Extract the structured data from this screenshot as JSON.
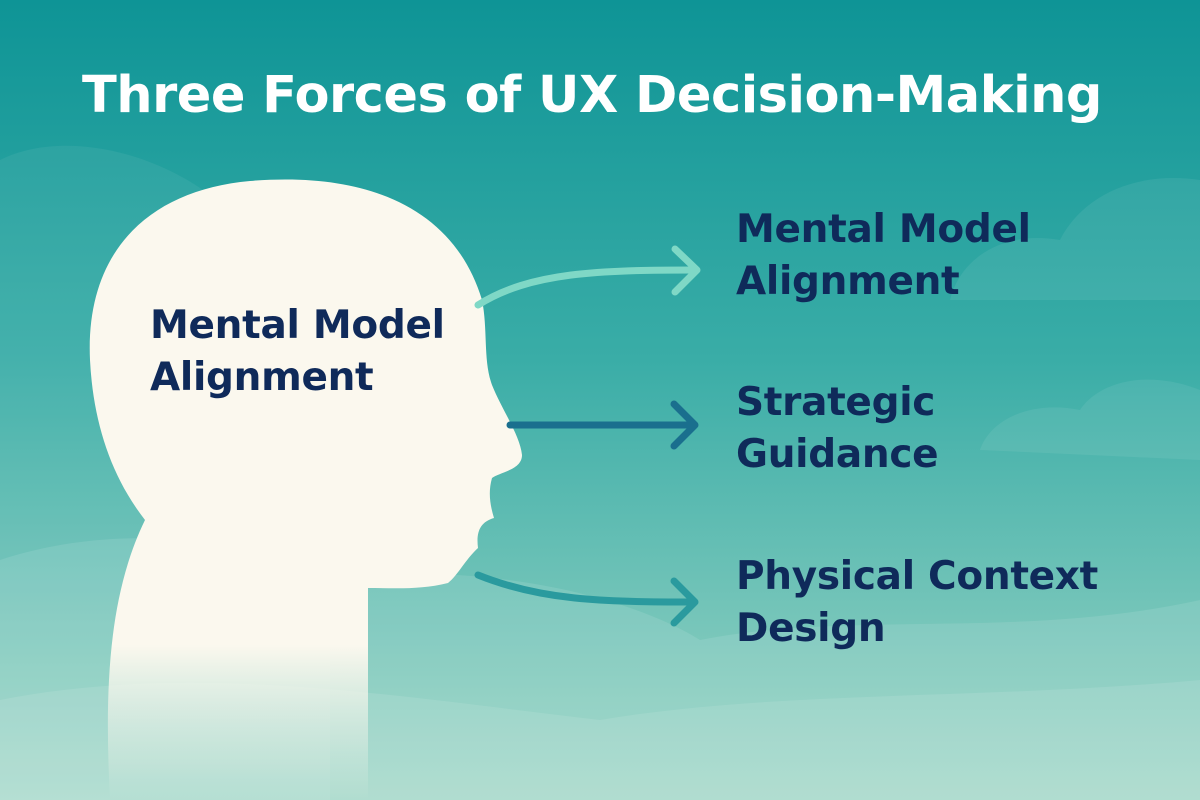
{
  "title": "Three Forces of UX Decision-Making",
  "head_label": {
    "line1": "Mental Model",
    "line2": "Alignment"
  },
  "forces": [
    {
      "line1": "Mental Model",
      "line2": "Alignment",
      "arrow_color": "#7fd8c6"
    },
    {
      "line1": "Strategic",
      "line2": "Guidance",
      "arrow_color": "#1a6f8e"
    },
    {
      "line1": "Physical Context",
      "line2": "Design",
      "arrow_color": "#2a9a9e"
    }
  ],
  "colors": {
    "background_top": "#0e9496",
    "background_bottom": "#9fd6c6",
    "head_fill": "#fbf8ee",
    "title_text": "#ffffff",
    "label_text": "#0f2a5a"
  },
  "icons": {
    "head": "human-head-silhouette-icon",
    "arrow": "arrow-right-icon"
  }
}
